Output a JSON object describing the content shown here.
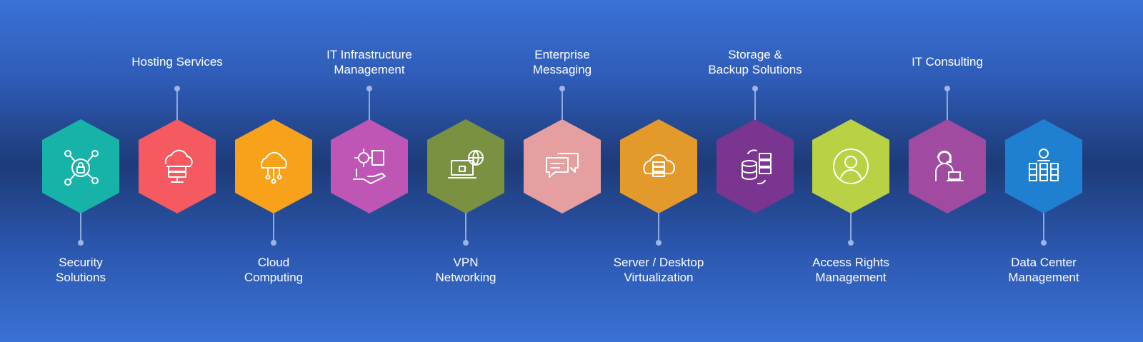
{
  "services": [
    {
      "label": "Security\nSolutions",
      "position": "bottom",
      "color": "#17b3a8",
      "icon": "security-lock-network-icon"
    },
    {
      "label": "Hosting Services",
      "position": "top",
      "color": "#f45a60",
      "icon": "cloud-server-icon"
    },
    {
      "label": "Cloud\nComputing",
      "position": "bottom",
      "color": "#f7a21a",
      "icon": "cloud-circuit-icon"
    },
    {
      "label": "IT Infrastructure\nManagement",
      "position": "top",
      "color": "#bf56b5",
      "icon": "gear-hand-icon"
    },
    {
      "label": "VPN\nNetworking",
      "position": "bottom",
      "color": "#7a9142",
      "icon": "laptop-globe-icon"
    },
    {
      "label": "Enterprise\nMessaging",
      "position": "top",
      "color": "#e59fa0",
      "icon": "chat-bubbles-icon"
    },
    {
      "label": "Server / Desktop\nVirtualization",
      "position": "bottom",
      "color": "#e49a2a",
      "icon": "cloud-server-stack-icon"
    },
    {
      "label": "Storage &\nBackup Solutions",
      "position": "top",
      "color": "#7a3590",
      "icon": "database-backup-icon"
    },
    {
      "label": "Access Rights\nManagement",
      "position": "bottom",
      "color": "#b9d145",
      "icon": "user-avatar-icon"
    },
    {
      "label": "IT Consulting",
      "position": "top",
      "color": "#a04aa0",
      "icon": "consultant-headset-icon"
    },
    {
      "label": "Data Center\nManagement",
      "position": "bottom",
      "color": "#1f7fd0",
      "icon": "data-center-icon"
    }
  ]
}
